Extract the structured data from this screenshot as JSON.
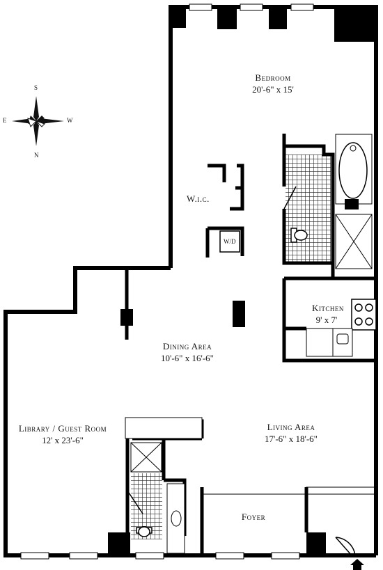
{
  "compass": {
    "s": "S",
    "w": "W",
    "n": "N",
    "e": "E"
  },
  "rooms": {
    "bedroom": {
      "name": "Bedroom",
      "dims": "20'-6\" x 15'"
    },
    "wic": {
      "name": "W.i.c."
    },
    "wd": {
      "name": "W/D"
    },
    "kitchen": {
      "name": "Kitchen",
      "dims": "9' x 7'"
    },
    "dining": {
      "name": "Dining Area",
      "dims": "10'-6\" x 16'-6\""
    },
    "library": {
      "name": "Library / Guest Room",
      "dims": "12' x 23'-6\""
    },
    "living": {
      "name": "Living Area",
      "dims": "17'-6\" x 18'-6\""
    },
    "foyer": {
      "name": "Foyer"
    }
  }
}
